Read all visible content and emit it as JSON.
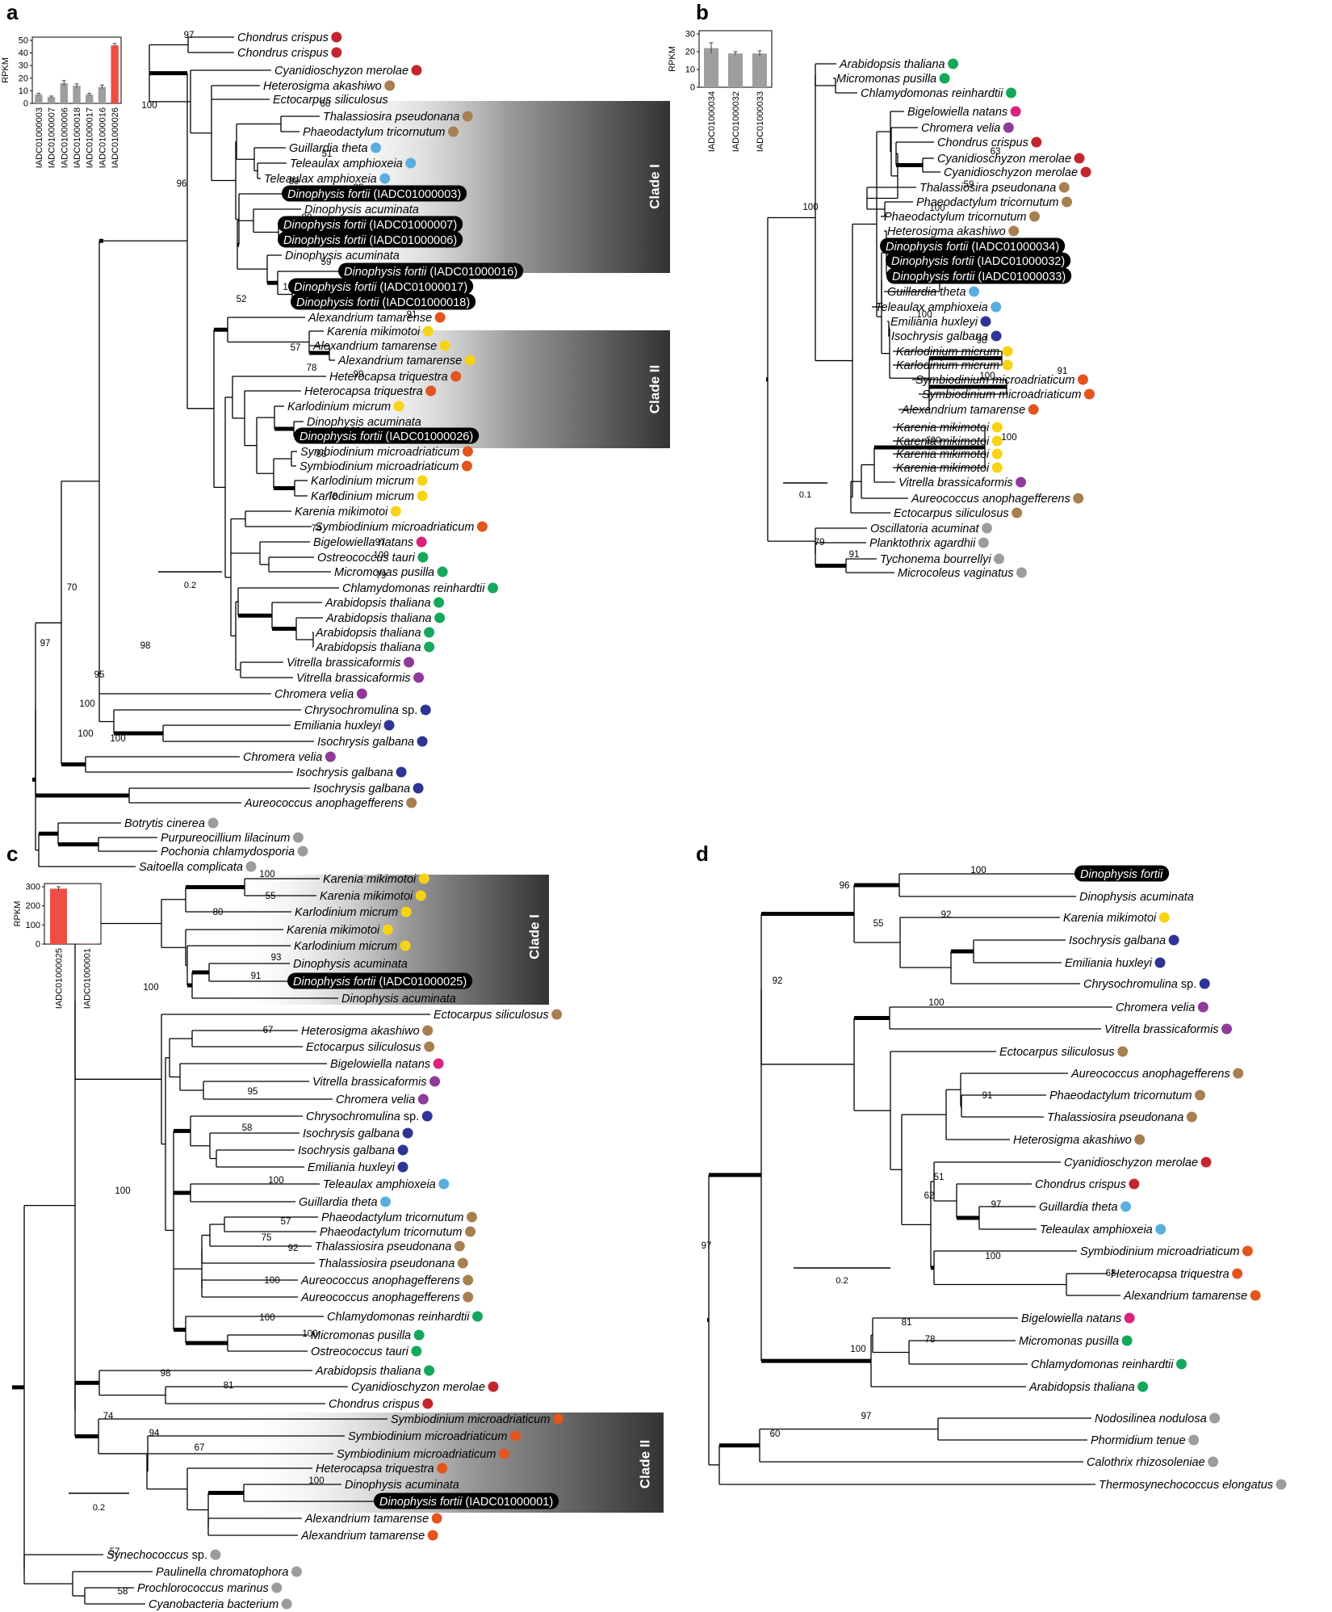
{
  "colors": {
    "red": "#c4262e",
    "brown": "#a87f50",
    "light_blue": "#5aaede",
    "yellow": "#f8d313",
    "orange": "#e4541d",
    "pink": "#d8247d",
    "green": "#14a85a",
    "purple": "#8e3b99",
    "navy": "#2e3594",
    "grey": "#9c9c9c",
    "bar_grey": "#9e9e9e",
    "bar_red": "#ee4e44"
  },
  "panels": [
    {
      "label": "a",
      "scale_label": "0.2",
      "insets": [
        {
          "ylabel": "RPKM",
          "ymax": 50,
          "ticks": [
            0,
            10,
            20,
            30,
            40,
            50
          ],
          "categories": [
            "IADC01000003",
            "IADC01000007",
            "IADC01000006",
            "IADC01000018",
            "IADC01000017",
            "IADC01000016",
            "IADC01000026"
          ],
          "values": [
            7,
            5,
            16,
            14,
            7,
            13,
            46
          ],
          "errors": [
            1,
            0.8,
            2,
            1.5,
            1,
            1.5,
            1.5
          ],
          "bar_colors": [
            "bar_grey",
            "bar_grey",
            "bar_grey",
            "bar_grey",
            "bar_grey",
            "bar_grey",
            "bar_red"
          ]
        }
      ],
      "clades": [
        {
          "label": "Clade I"
        },
        {
          "label": "Clade II"
        }
      ],
      "taxa": [
        {
          "name": "Chondrus crispus",
          "dot": "red"
        },
        {
          "name": "Chondrus crispus",
          "dot": "red"
        },
        {
          "name": "Cyanidioschyzon merolae",
          "dot": "red"
        },
        {
          "name": "Heterosigma akashiwo",
          "dot": "brown"
        },
        {
          "name": "Ectocarpus siliculosus",
          "dot": ""
        },
        {
          "name": "Thalassiosira pseudonana",
          "dot": "brown"
        },
        {
          "name": "Phaeodactylum tricornutum",
          "dot": "brown"
        },
        {
          "name": "Guillardia theta",
          "dot": "light_blue"
        },
        {
          "name": "Teleaulax amphioxeia",
          "dot": "light_blue"
        },
        {
          "name": "Teleaulax amphioxeia",
          "dot": "light_blue"
        },
        {
          "name": "Dinophysis fortii",
          "id": " (IADC01000003)",
          "hl": true,
          "dot": ""
        },
        {
          "name": "Dinophysis acuminata",
          "dot": ""
        },
        {
          "name": "Dinophysis fortii",
          "id": " (IADC01000007)",
          "hl": true,
          "dot": ""
        },
        {
          "name": "Dinophysis fortii",
          "id": " (IADC01000006)",
          "hl": true,
          "dot": ""
        },
        {
          "name": "Dinophysis acuminata",
          "dot": ""
        },
        {
          "name": "Dinophysis fortii",
          "id": " (IADC01000016)",
          "hl": true,
          "dot": ""
        },
        {
          "name": "Dinophysis fortii",
          "id": " (IADC01000017)",
          "hl": true,
          "dot": ""
        },
        {
          "name": "Dinophysis fortii",
          "id": " (IADC01000018)",
          "hl": true,
          "dot": ""
        },
        {
          "name": "Alexandrium tamarense",
          "dot": "orange"
        },
        {
          "name": "Karenia mikimotoi",
          "dot": "yellow"
        },
        {
          "name": "Alexandrium tamarense",
          "dot": "yellow"
        },
        {
          "name": "Alexandrium tamarense",
          "dot": "yellow"
        },
        {
          "name": "Heterocapsa triquestra",
          "dot": "orange"
        },
        {
          "name": "Heterocapsa triquestra",
          "dot": "orange"
        },
        {
          "name": "Karlodinium micrum",
          "dot": "yellow"
        },
        {
          "name": "Dinophysis acuminata",
          "dot": ""
        },
        {
          "name": "Dinophysis fortii",
          "id": " (IADC01000026)",
          "hl": true,
          "dot": ""
        },
        {
          "name": "Symbiodinium microadriaticum",
          "dot": "orange"
        },
        {
          "name": "Symbiodinium microadriaticum",
          "dot": "orange"
        },
        {
          "name": "Karlodinium micrum",
          "dot": "yellow"
        },
        {
          "name": "Karlodinium micrum",
          "dot": "yellow"
        },
        {
          "name": "Karenia mikimotoi",
          "dot": "yellow"
        },
        {
          "name": "Symbiodinium microadriaticum",
          "dot": "orange"
        },
        {
          "name": "Bigelowiella natans",
          "dot": "pink"
        },
        {
          "name": "Ostreococcus tauri",
          "dot": "green"
        },
        {
          "name": "Micromonas pusilla",
          "dot": "green"
        },
        {
          "name": "Chlamydomonas reinhardtii",
          "dot": "green"
        },
        {
          "name": "Arabidopsis thaliana",
          "dot": "green"
        },
        {
          "name": "Arabidopsis thaliana",
          "dot": "green"
        },
        {
          "name": "Arabidopsis thaliana",
          "dot": "green"
        },
        {
          "name": "Arabidopsis thaliana",
          "dot": "green"
        },
        {
          "name": "Vitrella brassicaformis",
          "dot": "purple"
        },
        {
          "name": "Vitrella brassicaformis",
          "dot": "purple"
        },
        {
          "name": "Chromera velia",
          "dot": "purple"
        },
        {
          "name": "Chrysochromulina",
          "suffix": " sp.",
          "dot": "navy"
        },
        {
          "name": "Emiliania huxleyi",
          "dot": "navy"
        },
        {
          "name": "Isochrysis galbana",
          "dot": "navy"
        },
        {
          "name": "Chromera velia",
          "dot": "purple"
        },
        {
          "name": "Isochrysis galbana",
          "dot": "navy"
        },
        {
          "name": "Isochrysis galbana",
          "dot": "navy"
        },
        {
          "name": "Aureococcus anophagefferens",
          "dot": "brown"
        },
        {
          "name": "Botrytis cinerea",
          "dot": "grey"
        },
        {
          "name": "Purpureocillium lilacinum",
          "dot": "grey"
        },
        {
          "name": "Pochonia chlamydosporia",
          "dot": "grey"
        },
        {
          "name": "Saitoella complicata",
          "dot": "grey"
        }
      ],
      "bootstraps": [
        "97",
        "100",
        "96",
        "60",
        "51",
        "89",
        "88",
        "90",
        "99",
        "59",
        "52",
        "100",
        "60",
        "91",
        "57",
        "78",
        "99",
        "100",
        "86",
        "78",
        "74",
        "97",
        "100",
        "79",
        "70",
        "98",
        "97",
        "95",
        "100",
        "100",
        "100"
      ]
    },
    {
      "label": "b",
      "scale_label": "0.1",
      "insets": [
        {
          "ylabel": "RPKM",
          "ymax": 30,
          "ticks": [
            0,
            10,
            20,
            30
          ],
          "categories": [
            "IADC01000034",
            "IADC01000032",
            "IADC01000033"
          ],
          "values": [
            22,
            19,
            19
          ],
          "errors": [
            3,
            1,
            1.5
          ],
          "bar_colors": [
            "bar_grey",
            "bar_grey",
            "bar_grey"
          ]
        }
      ],
      "clades": [],
      "taxa": [
        {
          "name": "Arabidopsis thaliana",
          "dot": "green"
        },
        {
          "name": "Micromonas pusilla",
          "dot": "green"
        },
        {
          "name": "Chlamydomonas reinhardtii",
          "dot": "green"
        },
        {
          "name": "Bigelowiella natans",
          "dot": "pink"
        },
        {
          "name": "Chromera velia",
          "dot": "purple"
        },
        {
          "name": "Chondrus crispus",
          "dot": "red"
        },
        {
          "name": "Cyanidioschyzon merolae",
          "dot": "red"
        },
        {
          "name": "Cyanidioschyzon merolae",
          "dot": "red"
        },
        {
          "name": "Thalassiosira pseudonana",
          "dot": "brown"
        },
        {
          "name": "Phaeodactylum tricornutum",
          "dot": "brown"
        },
        {
          "name": "Phaeodactylum tricornutum",
          "dot": "brown"
        },
        {
          "name": "Heterosigma akashiwo",
          "dot": "brown"
        },
        {
          "name": "Dinophysis fortii",
          "id": " (IADC01000034)",
          "hl": true,
          "dot": ""
        },
        {
          "name": "Dinophysis fortii",
          "id": " (IADC01000032)",
          "hl": true,
          "dot": ""
        },
        {
          "name": "Dinophysis fortii",
          "id": " (IADC01000033)",
          "hl": true,
          "dot": ""
        },
        {
          "name": "Guillardia theta",
          "dot": "light_blue"
        },
        {
          "name": "Teleaulax amphioxeia",
          "dot": "light_blue"
        },
        {
          "name": "Emiliania huxleyi",
          "dot": "navy"
        },
        {
          "name": "Isochrysis galbana",
          "dot": "navy"
        },
        {
          "name": "Karlodinium micrum",
          "dot": "yellow"
        },
        {
          "name": "Karlodinium micrum",
          "dot": "yellow"
        },
        {
          "name": "Symbiodinium microadriaticum",
          "dot": "orange"
        },
        {
          "name": "Symbiodinium microadriaticum",
          "dot": "orange"
        },
        {
          "name": "Alexandrium tamarense",
          "dot": "orange"
        },
        {
          "name": "Karenia mikimotoi",
          "dot": "yellow"
        },
        {
          "name": "Karenia mikimotoi",
          "dot": "yellow"
        },
        {
          "name": "Karenia mikimotoi",
          "dot": "yellow"
        },
        {
          "name": "Karenia mikimotoi",
          "dot": "yellow"
        },
        {
          "name": "Vitrella brassicaformis",
          "dot": "purple"
        },
        {
          "name": "Aureococcus anophagefferens",
          "dot": "brown"
        },
        {
          "name": "Ectocarpus siliculosus",
          "dot": "brown"
        },
        {
          "name": "Oscillatoria acuminat",
          "dot": "grey"
        },
        {
          "name": "Planktothrix agardhii",
          "dot": "grey"
        },
        {
          "name": "Tychonema bourrellyi",
          "dot": "grey"
        },
        {
          "name": "Microcoleus vaginatus",
          "dot": "grey"
        }
      ],
      "bootstraps": [
        "100",
        "63",
        "59",
        "100",
        "93",
        "71",
        "100",
        "98",
        "100",
        "91",
        "100",
        "100",
        "79",
        "91"
      ]
    },
    {
      "label": "c",
      "scale_label": "0.2",
      "insets": [
        {
          "ylabel": "RPKM",
          "ymax": 300,
          "ticks": [
            0,
            100,
            200,
            300
          ],
          "categories": [
            "IADC01000025",
            "IADC01000001"
          ],
          "values": [
            290,
            1
          ],
          "errors": [
            10,
            0
          ],
          "bar_colors": [
            "bar_red",
            "bar_red"
          ]
        }
      ],
      "clades": [
        {
          "label": "Clade I"
        },
        {
          "label": "Clade II"
        }
      ],
      "taxa": [
        {
          "name": "Karenia mikimotoi",
          "dot": "yellow"
        },
        {
          "name": "Karenia mikimotoi",
          "dot": "yellow"
        },
        {
          "name": "Karlodinium micrum",
          "dot": "yellow"
        },
        {
          "name": "Karenia mikimotoi",
          "dot": "yellow"
        },
        {
          "name": "Karlodinium micrum",
          "dot": "yellow"
        },
        {
          "name": "Dinophysis acuminata",
          "dot": ""
        },
        {
          "name": "Dinophysis fortii",
          "id": " (IADC01000025)",
          "hl": true,
          "dot": ""
        },
        {
          "name": "Dinophysis acuminata",
          "dot": ""
        },
        {
          "name": "Ectocarpus siliculosus",
          "dot": "brown"
        },
        {
          "name": "Heterosigma akashiwo",
          "dot": "brown"
        },
        {
          "name": "Ectocarpus siliculosus",
          "dot": "brown"
        },
        {
          "name": "Bigelowiella natans",
          "dot": "pink"
        },
        {
          "name": "Vitrella brassicaformis",
          "dot": "purple"
        },
        {
          "name": "Chromera velia",
          "dot": "purple"
        },
        {
          "name": "Chrysochromulina",
          "suffix": " sp.",
          "dot": "navy"
        },
        {
          "name": "Isochrysis galbana",
          "dot": "navy"
        },
        {
          "name": "Isochrysis galbana",
          "dot": "navy"
        },
        {
          "name": "Emiliania huxleyi",
          "dot": "navy"
        },
        {
          "name": "Teleaulax amphioxeia",
          "dot": "light_blue"
        },
        {
          "name": "Guillardia theta",
          "dot": "light_blue"
        },
        {
          "name": "Phaeodactylum tricornutum",
          "dot": "brown"
        },
        {
          "name": "Phaeodactylum tricornutum",
          "dot": "brown"
        },
        {
          "name": "Thalassiosira pseudonana",
          "dot": "brown"
        },
        {
          "name": "Thalassiosira pseudonana",
          "dot": "brown"
        },
        {
          "name": "Aureococcus anophagefferens",
          "dot": "brown"
        },
        {
          "name": "Aureococcus anophagefferens",
          "dot": "brown"
        },
        {
          "name": "Chlamydomonas reinhardtii",
          "dot": "green"
        },
        {
          "name": "Micromonas pusilla",
          "dot": "green"
        },
        {
          "name": "Ostreococcus tauri",
          "dot": "green"
        },
        {
          "name": "Arabidopsis thaliana",
          "dot": "green"
        },
        {
          "name": "Cyanidioschyzon merolae",
          "dot": "red"
        },
        {
          "name": "Chondrus crispus",
          "dot": "red"
        },
        {
          "name": "Symbiodinium microadriaticum",
          "dot": "orange"
        },
        {
          "name": "Symbiodinium microadriaticum",
          "dot": "orange"
        },
        {
          "name": "Symbiodinium microadriaticum",
          "dot": "orange"
        },
        {
          "name": "Heterocapsa triquestra",
          "dot": "orange"
        },
        {
          "name": "Dinophysis acuminata",
          "dot": ""
        },
        {
          "name": "Dinophysis fortii",
          "id": " (IADC01000001)",
          "hl": true,
          "dot": ""
        },
        {
          "name": "Alexandrium tamarense",
          "dot": "orange"
        },
        {
          "name": "Alexandrium tamarense",
          "dot": "orange"
        },
        {
          "name": "Synechococcus",
          "suffix": " sp.",
          "dot": "grey"
        },
        {
          "name": "Paulinella chromatophora",
          "dot": "grey"
        },
        {
          "name": "Prochlorococcus marinus",
          "dot": "grey"
        },
        {
          "name": "Cyanobacteria bacterium",
          "dot": "grey"
        }
      ],
      "bootstraps": [
        "100",
        "55",
        "80",
        "93",
        "91",
        "100",
        "67",
        "95",
        "58",
        "100",
        "57",
        "75",
        "92",
        "100",
        "100",
        "100",
        "98",
        "81",
        "74",
        "94",
        "67",
        "100",
        "100",
        "57",
        "58"
      ]
    },
    {
      "label": "d",
      "scale_label": "0.2",
      "insets": [],
      "clades": [],
      "taxa": [
        {
          "name": "Dinophysis fortii",
          "id": "",
          "hl": true,
          "dot": ""
        },
        {
          "name": "Dinophysis acuminata",
          "dot": ""
        },
        {
          "name": "Karenia mikimotoi",
          "dot": "yellow"
        },
        {
          "name": "Isochrysis galbana",
          "dot": "navy"
        },
        {
          "name": "Emiliania huxleyi",
          "dot": "navy"
        },
        {
          "name": "Chrysochromulina",
          "suffix": " sp.",
          "dot": "navy"
        },
        {
          "name": "Chromera velia",
          "dot": "purple"
        },
        {
          "name": "Vitrella brassicaformis",
          "dot": "purple"
        },
        {
          "name": "Ectocarpus siliculosus",
          "dot": "brown"
        },
        {
          "name": "Aureococcus anophagefferens",
          "dot": "brown"
        },
        {
          "name": "Phaeodactylum tricornutum",
          "dot": "brown"
        },
        {
          "name": "Thalassiosira pseudonana",
          "dot": "brown"
        },
        {
          "name": "Heterosigma akashiwo",
          "dot": "brown"
        },
        {
          "name": "Cyanidioschyzon merolae",
          "dot": "red"
        },
        {
          "name": "Chondrus crispus",
          "dot": "red"
        },
        {
          "name": "Guillardia theta",
          "dot": "light_blue"
        },
        {
          "name": "Teleaulax amphioxeia",
          "dot": "light_blue"
        },
        {
          "name": "Symbiodinium microadriaticum",
          "dot": "orange"
        },
        {
          "name": "Heterocapsa triquestra",
          "dot": "orange"
        },
        {
          "name": "Alexandrium tamarense",
          "dot": "orange"
        },
        {
          "name": "Bigelowiella natans",
          "dot": "pink"
        },
        {
          "name": "Micromonas pusilla",
          "dot": "green"
        },
        {
          "name": "Chlamydomonas reinhardtii",
          "dot": "green"
        },
        {
          "name": "Arabidopsis thaliana",
          "dot": "green"
        },
        {
          "name": "Nodosilinea nodulosa",
          "dot": "grey"
        },
        {
          "name": "Phormidium tenue",
          "dot": "grey"
        },
        {
          "name": "Calothrix rhizosoleniae",
          "dot": "grey"
        },
        {
          "name": "Thermosynechococcus elongatus",
          "dot": "grey"
        }
      ],
      "bootstraps": [
        "100",
        "96",
        "92",
        "55",
        "92",
        "100",
        "91",
        "51",
        "62",
        "97",
        "100",
        "68",
        "97",
        "81",
        "78",
        "100",
        "60",
        "97"
      ]
    }
  ]
}
